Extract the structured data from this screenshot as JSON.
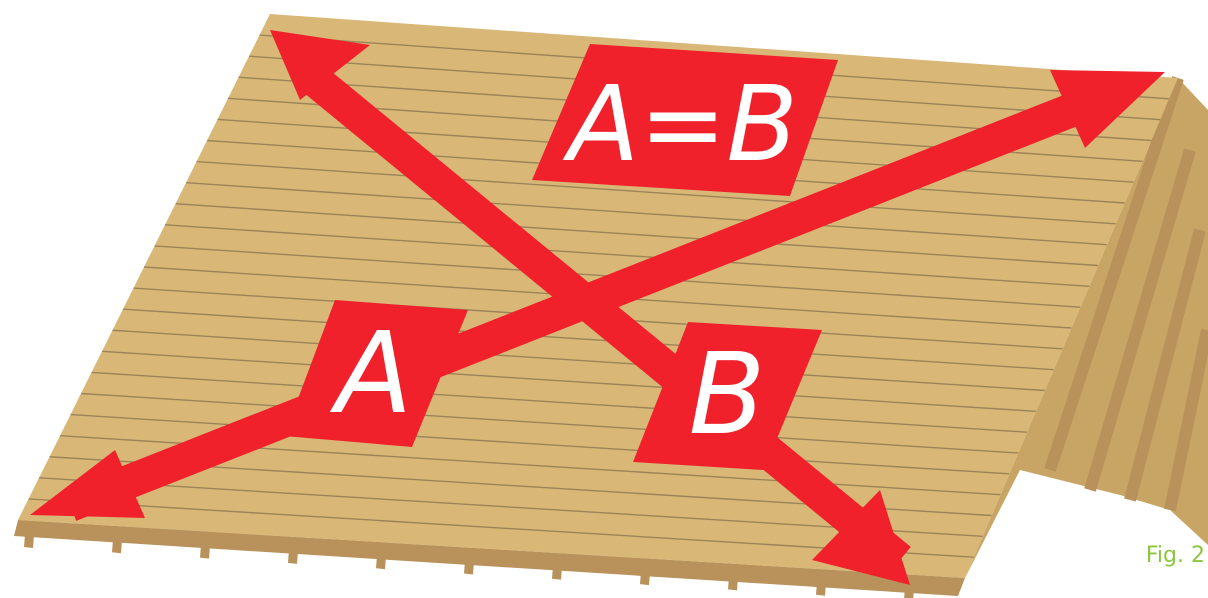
{
  "labels": {
    "equation": "A=B",
    "diagonal_a": "A",
    "diagonal_b": "B",
    "figure_caption": "Fig. 2"
  },
  "colors": {
    "arrow_red": "#f0212b",
    "label_text": "#ffffff",
    "roof_sheathing": "#d9b877",
    "roof_plank_line": "#9b8458",
    "gable_side": "#c9a565",
    "rafter": "#b8925a",
    "caption_green": "#8cc63f"
  },
  "icons": {
    "arrow_diagonal_a": "double-headed-arrow",
    "arrow_diagonal_b": "double-headed-arrow"
  }
}
